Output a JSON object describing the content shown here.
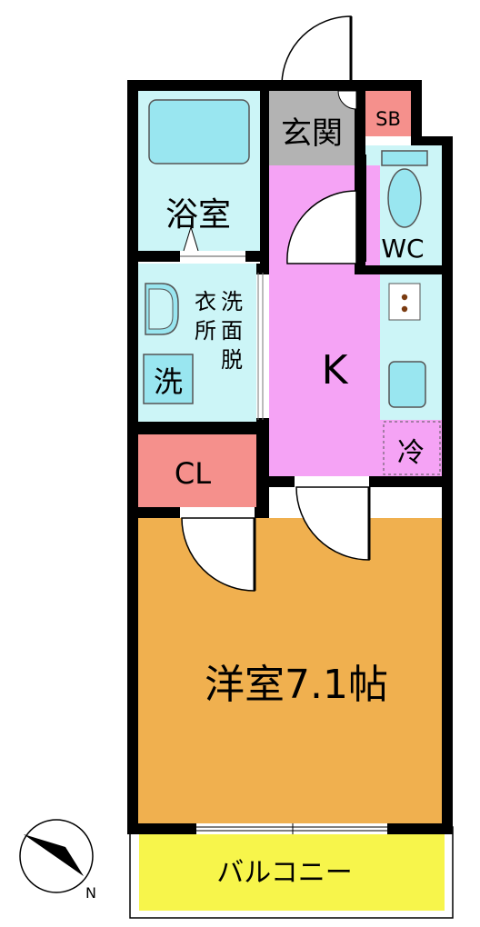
{
  "rooms": {
    "genkan": "玄関",
    "sb": "SB",
    "bath": "浴室",
    "wc": "WC",
    "datsui": [
      "衣",
      "洗",
      "所",
      "面",
      "脱"
    ],
    "washer": "洗",
    "kitchen": "K",
    "fridge": "冷",
    "closet": "CL",
    "western": "洋室7.1帖",
    "balcony": "バルコニー"
  },
  "compass": {
    "north_label": "N"
  },
  "colors": {
    "bath_blue": "#ccf5f7",
    "fixture_blue": "#99e6f0",
    "kitchen_pink": "#f5a3f5",
    "room_orange": "#f0b04f",
    "closet_red": "#f5908c",
    "genkan_gray": "#b3b3b3",
    "balcony_yellow": "#f7f54b",
    "wall": "#000000"
  }
}
